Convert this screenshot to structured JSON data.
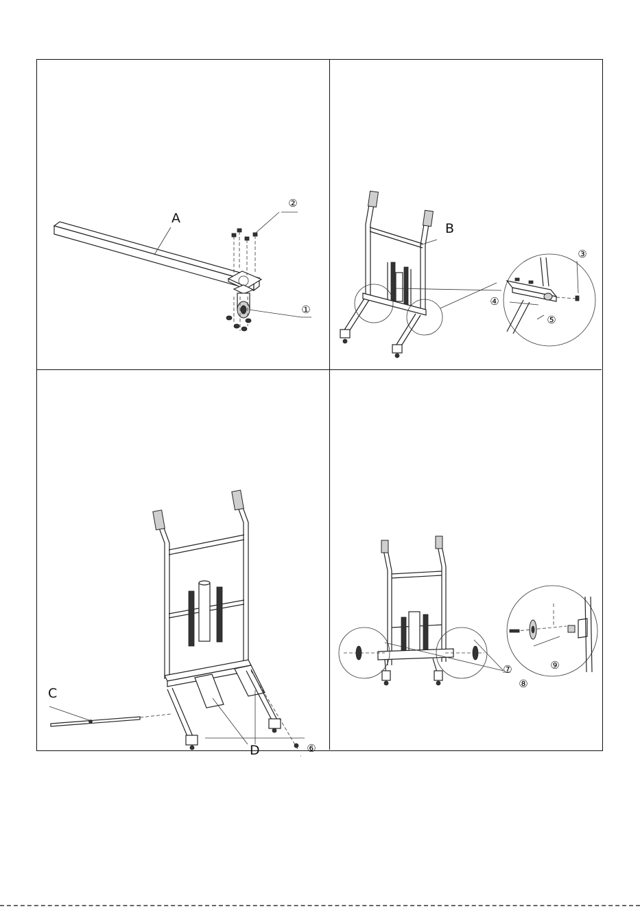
{
  "panels": [
    {
      "id": "step-1",
      "letters": [
        "A"
      ],
      "callouts": [
        "1",
        "2"
      ]
    },
    {
      "id": "step-2",
      "letters": [
        "B"
      ],
      "callouts": [
        "3",
        "4",
        "5"
      ]
    },
    {
      "id": "step-3",
      "letters": [
        "C",
        "D"
      ],
      "callouts": [
        "6"
      ]
    },
    {
      "id": "step-4",
      "letters": [],
      "callouts": [
        "7",
        "8",
        "9"
      ]
    }
  ],
  "labels": {
    "A": "A",
    "B": "B",
    "C": "C",
    "D": "D",
    "n1": "①",
    "n2": "②",
    "n3": "③",
    "n4": "④",
    "n5": "⑤",
    "n6": "⑥",
    "n7": "⑦",
    "n8": "⑧",
    "n9": "⑨"
  }
}
